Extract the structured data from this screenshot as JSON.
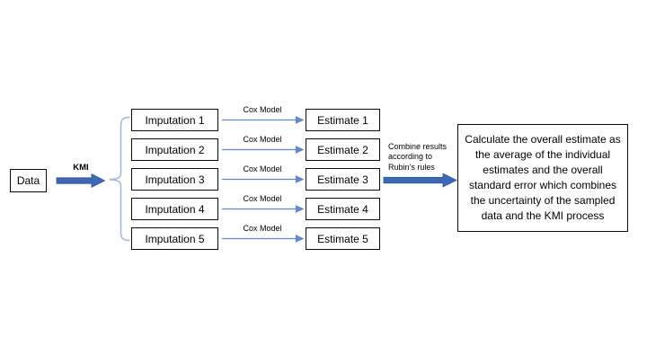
{
  "diagram": {
    "title_semantic": "Kaplan-Meier multiple imputation (KMI) workflow diagram",
    "data_box_label": "Data",
    "kmi_label": "KMI",
    "imputations": [
      "Imputation 1",
      "Imputation 2",
      "Imputation 3",
      "Imputation 4",
      "Imputation 5"
    ],
    "cox_labels": [
      "Cox Model",
      "Cox Model",
      "Cox Model",
      "Cox Model",
      "Cox Model"
    ],
    "estimates": [
      "Estimate 1",
      "Estimate 2",
      "Estimate 3",
      "Estimate 4",
      "Estimate 5"
    ],
    "combine_label_lines": [
      "Combine results",
      "according to",
      "Rubin’s rules"
    ],
    "result_box_lines": [
      "Calculate the overall estimate as",
      "the average of the individual",
      "estimates and the overall",
      "standard error which combines",
      "the uncertainty of the sampled",
      "data and the KMI process"
    ],
    "colors": {
      "thick_arrow": "#3e68b5",
      "thick_arrow_outline": "#2f5597",
      "thin_arrow": "#6189ce",
      "brace": "#9db6e4",
      "box_border": "#0a0a0a",
      "background": "#ffffff"
    }
  }
}
